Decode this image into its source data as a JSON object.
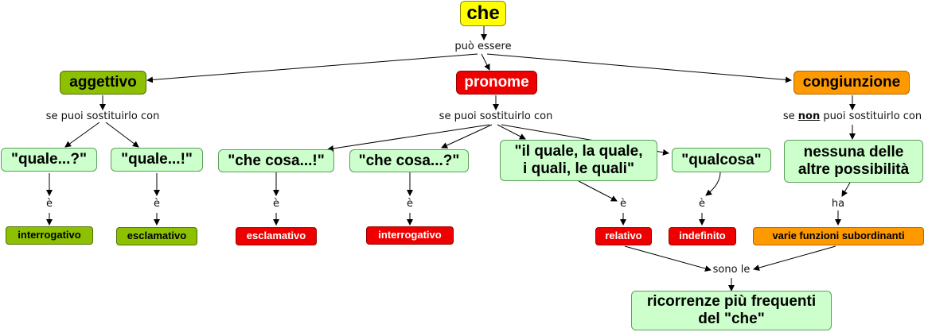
{
  "nodes": {
    "root": "che",
    "aggettivo": "aggettivo",
    "pronome": "pronome",
    "congiunzione": "congiunzione",
    "quale_q": "\"quale...?\"",
    "quale_e": "\"quale...!\"",
    "checosa_e": "\"che cosa...!\"",
    "checosa_q": "\"che cosa...?\"",
    "ilquale_1": "\"il quale, la quale,",
    "ilquale_2": "i quali, le quali\"",
    "qualcosa": "\"qualcosa\"",
    "nessuna_1": "nessuna delle",
    "nessuna_2": "altre possibilità",
    "interrogativo_a": "interrogativo",
    "esclamativo_a": "esclamativo",
    "esclamativo_p": "esclamativo",
    "interrogativo_p": "interrogativo",
    "relativo": "relativo",
    "indefinito": "indefinito",
    "varie": "varie funzioni subordinanti",
    "ricorrenze_1": "ricorrenze più frequenti",
    "ricorrenze_2": "del \"che\""
  },
  "labels": {
    "puo_essere": "può essere",
    "se_puoi_1": "se puoi sostituirlo con",
    "se_puoi_2": "se puoi sostituirlo con",
    "se_non_pre": "se",
    "se_non_non": "non",
    "se_non_post": "puoi sostituirlo con",
    "e1": "è",
    "e2": "è",
    "e3": "è",
    "e4": "è",
    "e5": "è",
    "e6": "è",
    "ha": "ha",
    "sono_le": "sono le"
  },
  "colors": {
    "root": "#ffff00",
    "aggettivo": "#8cc000",
    "pronome": "#ee0000",
    "congiunzione": "#ff9900",
    "mint": "#ccffcc"
  }
}
